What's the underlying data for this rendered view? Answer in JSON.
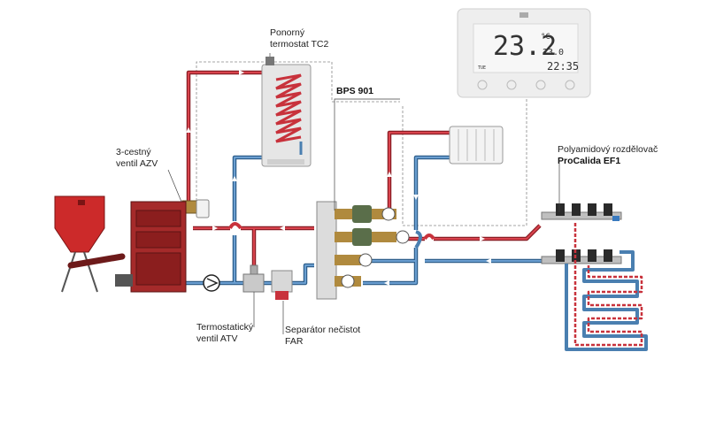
{
  "labels": {
    "tc2_line1": "Ponorný",
    "tc2_line2": "termostat TC2",
    "azv_line1": "3-cestný",
    "azv_line2": "ventil AZV",
    "bps": "BPS 901",
    "manifold_line1": "Polyamidový rozdělovač",
    "manifold_line2": "ProCalida EF1",
    "atv_line1": "Termostatický",
    "atv_line2": "ventil ATV",
    "far_line1": "Separátor nečistot",
    "far_line2": "FAR"
  },
  "thermostat": {
    "temperature": "23.2",
    "unit": "°C",
    "set_temp": "23.0",
    "time": "22:35",
    "day": "TUE"
  },
  "colors": {
    "hot_pipe": "#c8323c",
    "cold_pipe": "#4a7fb0",
    "boiler": "#a52a2a",
    "hopper": "#cc2a2a",
    "thermostat_bg": "#eeeeee"
  },
  "icons": {
    "pump": "circle-pump-icon",
    "gauge": "pressure-gauge-icon",
    "radiator": "radiator-icon"
  }
}
